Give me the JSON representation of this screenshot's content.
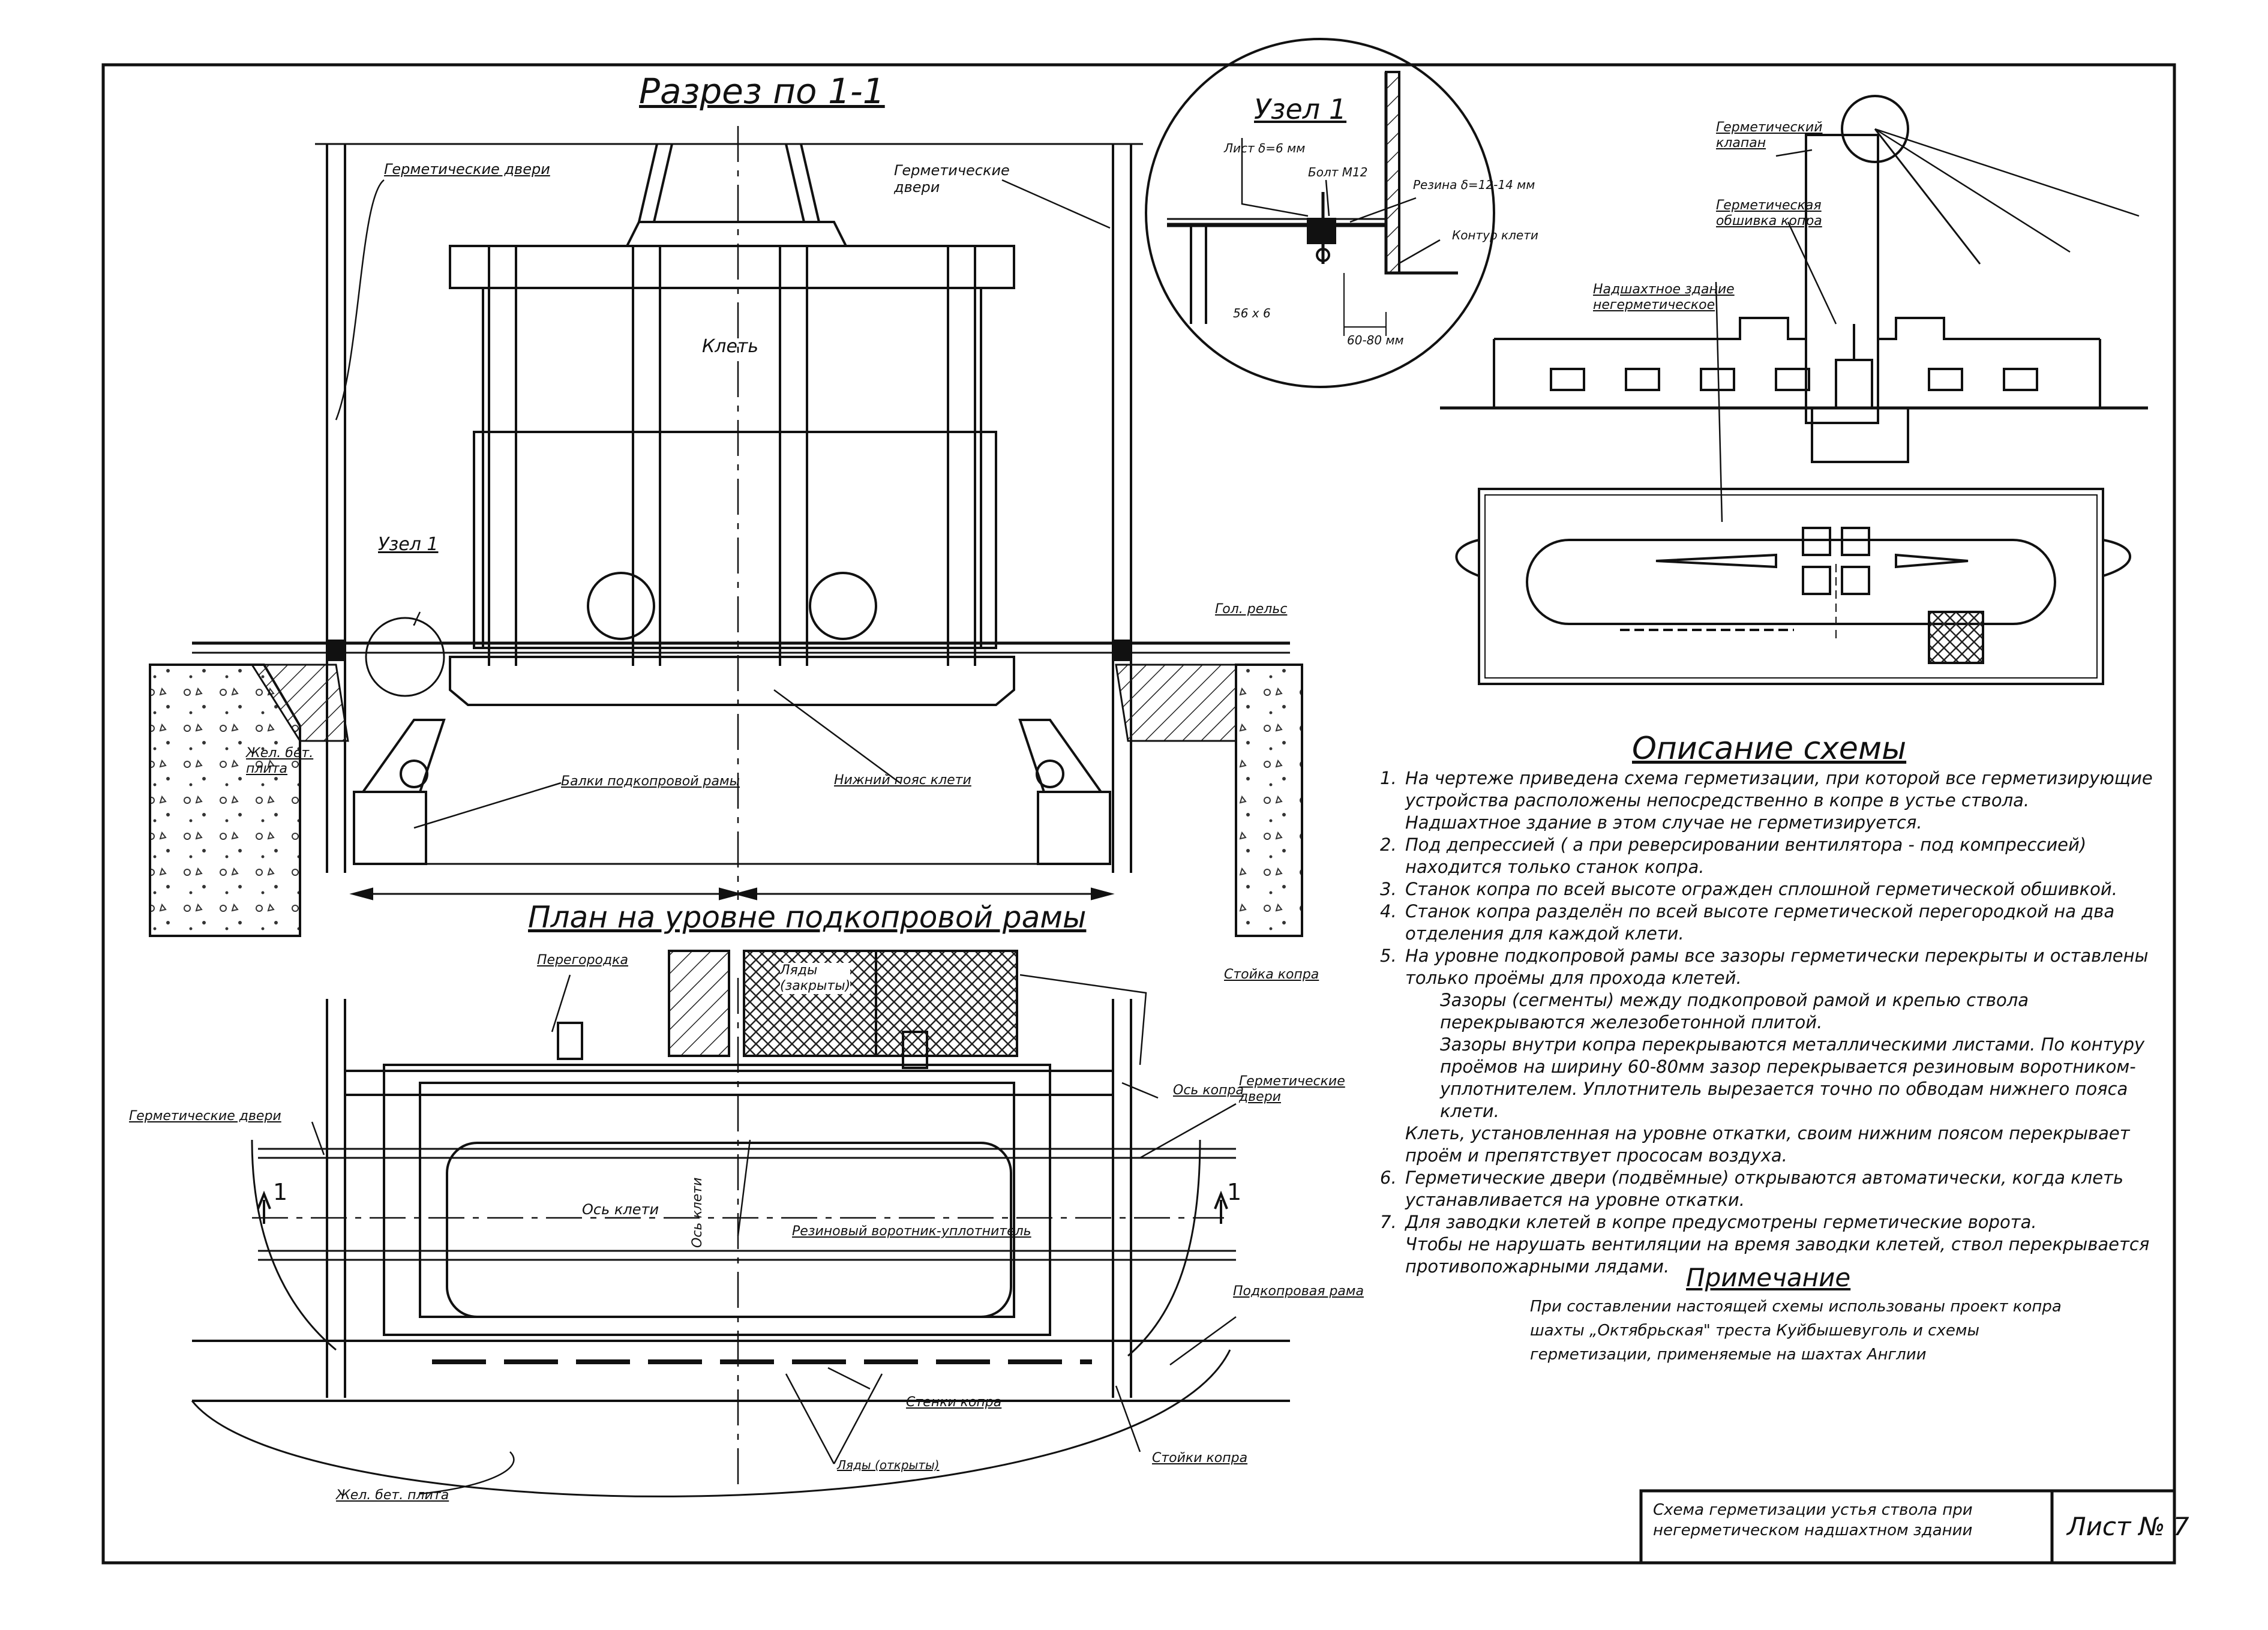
{
  "section_view": {
    "title": "Разрез по 1-1",
    "labels": {
      "herm_doors_left": "Герметические двери",
      "herm_doors_right": "Герметические\nдвери",
      "cage": "Клеть",
      "node1": "Узел 1",
      "gauge_rail": "Гол. рельс",
      "concrete_slab": "Жел. бет.\nплита",
      "frame_beams": "Балки подкопровой рамы",
      "lower_belt": "Нижний пояс клети"
    }
  },
  "node_detail": {
    "title": "Узел 1",
    "labels": {
      "sheet": "Лист δ=6 мм",
      "bolt": "Болт М12",
      "rubber": "Резина δ=12-14 мм",
      "contour": "Контур клети",
      "angle": "56 х 6",
      "gap": "60-80 мм"
    }
  },
  "headframe": {
    "labels": {
      "herm_valve": "Герметический\nклапан",
      "herm_cladding": "Герметическая\nобшивка копра",
      "building": "Надшахтное здание\nнегерметическое"
    }
  },
  "plan_view": {
    "title": "План на уровне подкопровой рамы",
    "labels": {
      "partition": "Перегородка",
      "flaps_closed": "Ляды\n(закрыты)",
      "headframe_post": "Стойка копра",
      "headframe_axis": "Ось копра",
      "herm_doors_left": "Герметические двери",
      "herm_doors_right": "Герметические\nдвери",
      "cage_axis": "Ось клети",
      "cage_axis_vertical": "Ось клети",
      "rubber_seal": "Резиновый воротник-уплотнитель",
      "frame": "Подкопровая рама",
      "headframe_walls": "Стенки копра",
      "headframe_posts": "Стойки копра",
      "flaps_open": "Ляды (открыты)",
      "concrete_slab": "Жел. бет. плита",
      "section_mark": "1"
    }
  },
  "description": {
    "title": "Описание схемы",
    "items": [
      {
        "num": "1.",
        "text": "На чертеже приведена схема герметизации, при которой все герметизирующие устройства расположены непосредственно в копре в устье ствола."
      },
      {
        "num": "",
        "text": "Надшахтное здание в этом случае не герметизируется."
      },
      {
        "num": "2.",
        "text": "Под депрессией ( а при реверсировании вентилятора - под компрессией) находится только станок копра."
      },
      {
        "num": "3.",
        "text": "Станок копра по всей высоте огражден сплошной герметической обшивкой."
      },
      {
        "num": "4.",
        "text": "Станок копра разделён по всей высоте герметической перегородкой на два отделения для каждой клети."
      },
      {
        "num": "5.",
        "text": "На уровне подкопровой рамы все зазоры герметически перекрыты и оставлены только проёмы для прохода клетей."
      },
      {
        "num": "sub",
        "text": "Зазоры (сегменты) между подкопровой рамой и крепью ствола перекрываются железобетонной плитой."
      },
      {
        "num": "sub",
        "text": "Зазоры внутри копра перекрываются металлическими листами. По контуру проёмов на ширину 60-80мм зазор перекрывается резиновым воротником-уплотнителем. Уплотнитель вырезается точно по обводам нижнего пояса клети."
      },
      {
        "num": "",
        "text": "Клеть, установленная на уровне откатки, своим нижним поясом перекрывает проём и препятствует прососам воздуха."
      },
      {
        "num": "6.",
        "text": "Герметические двери (подвёмные) открываются автоматически, когда клеть устанавливается на уровне откатки."
      },
      {
        "num": "7.",
        "text": "Для заводки клетей в копре предусмотрены герметические ворота."
      },
      {
        "num": "",
        "text": "Чтобы не нарушать вентиляции на время заводки клетей, ствол перекрывается противопожарными лядами."
      }
    ]
  },
  "note": {
    "title": "Примечание",
    "text": "При составлении настоящей схемы использованы проект копра шахты „Октябрьская\" треста Куйбышевуголь и схемы герметизации, применяемые на шахтах Англии"
  },
  "stamp": {
    "caption": "Схема герметизации устья ствола при негерметическом надшахтном здании",
    "sheet": "Лист № 7"
  }
}
